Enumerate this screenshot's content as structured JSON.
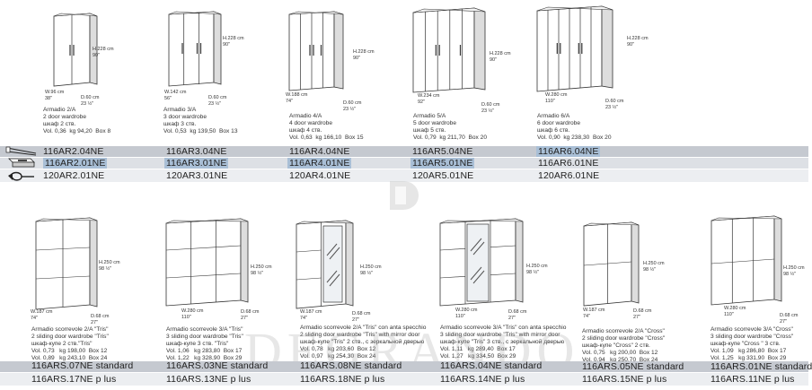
{
  "top_products": [
    {
      "dims": {
        "h": "H.228 cm\n90\"",
        "w": "W.96 cm\n38\"",
        "d": "D.60 cm\n23 ½\""
      },
      "caption": "Armadio 2/A\n2 door wardrobe\nшкаф 2 ств.\nVol. 0,36  kg 94,20  Box 8",
      "codes": [
        "116AR2.04NE",
        "116AR2.01NE",
        "120AR2.01NE"
      ]
    },
    {
      "dims": {
        "h": "H.228 cm\n90\"",
        "w": "W.142 cm\n56\"",
        "d": "D.60 cm\n23 ½\""
      },
      "caption": "Armadio 3/A\n3 door wardrobe\nшкаф 3 ств.\nVol. 0,53  kg 139,50  Box 13",
      "codes": [
        "116AR3.04NE",
        "116AR3.01NE",
        "120AR3.01NE"
      ]
    },
    {
      "dims": {
        "h": "H.228 cm\n90\"",
        "w": "W.188 cm\n74\"",
        "d": "D.60 cm\n23 ½\""
      },
      "caption": "Armadio 4/A\n4 door wardrobe\nшкаф 4 ств.\nVol. 0,63  kg 166,10  Box 15",
      "codes": [
        "116AR4.04NE",
        "116AR4.01NE",
        "120AR4.01NE"
      ]
    },
    {
      "dims": {
        "h": "H.228 cm\n90\"",
        "w": "W.234 cm\n92\"",
        "d": "D.60 cm\n23 ½\""
      },
      "caption": "Armadio 5/A\n5 door wardrobe\nшкаф 5 ств.\nVol. 0,79  kg 211,70  Box 20",
      "codes": [
        "116AR5.04NE",
        "116AR5.01NE",
        "120AR5.01NE"
      ]
    },
    {
      "dims": {
        "h": "H.228 cm\n90\"",
        "w": "W.280 cm\n110\"",
        "d": "D.60 cm\n23 ½\""
      },
      "caption": "Armadio 6/A\n6 door wardrobe\nшкаф 6 ств.\nVol. 0,90  kg 238,30  Box 20",
      "codes": [
        "116AR6.04NE",
        "116AR6.01NE",
        "120AR6.01NE"
      ]
    }
  ],
  "bottom_products": [
    {
      "dims": {
        "h": "H.250 cm\n98 ½\"",
        "w": "W.187 cm\n74\"",
        "d": "D.68 cm\n27\""
      },
      "caption": "Armadio scorrevole 2/A \"Tris\"\n2 sliding door wardrobe \"Tris\"\nшкаф-купе 2 ств.\"Tris\"\nVol. 0,73   kg 198,00  Box 12\nVol. 0,89   kg 243,10  Box 24",
      "codes": [
        "116ARS.07NE standard",
        "116ARS.17NE p lus"
      ]
    },
    {
      "dims": {
        "h": "H.250 cm\n98 ½\"",
        "w": "W.280 cm\n110\"",
        "d": "D.68 cm\n27\""
      },
      "caption": "Armadio scorrevole 3/A \"Tris\"\n3 sliding door wardrobe \"Tris\"\nшкаф-купе 3 ств. \"Tris\"\nVol. 1,06   kg 283,80  Box 17\nVol. 1,22   kg 328,90  Box 29",
      "codes": [
        "116ARS.03NE standard",
        "116ARS.13NE p lus"
      ]
    },
    {
      "dims": {
        "h": "H.250 cm\n98 ½\"",
        "w": "W.187 cm\n74\"",
        "d": "D.68 cm\n27\""
      },
      "caption": "Armadio scorrevole 2/A \"Tris\" con anta specchio\n2 sliding door wardrobe \"Tris\" with mirror door\nшкаф-купе \"Tris\" 2 ств., с зеркальной дверью\nVol. 0,78   kg 203,60  Box 12\nVol. 0,97   kg 254,30  Box 24",
      "codes": [
        "116ARS.08NE standard",
        "116ARS.18NE p lus"
      ]
    },
    {
      "dims": {
        "h": "H.250 cm\n98 ½\"",
        "w": "W.280 cm\n110\"",
        "d": "D.68 cm\n27\""
      },
      "caption": "Armadio scorrevole 3/A \"Tris\" con anta specchio\n3 sliding door wardrobe \"Tris\" with mirror door\nшкаф-купе \"Tris\" 3 ств., с зеркальной дверью\nVol. 1,11   kg 289,40  Box 17\nVol. 1,27   kg 334,50  Box 29",
      "codes": [
        "116ARS.04NE standard",
        "116ARS.14NE p lus"
      ]
    },
    {
      "dims": {
        "h": "H.250 cm\n98 ½\"",
        "w": "W.187 cm\n74\"",
        "d": "D.68 cm\n27\""
      },
      "caption": "Armadio scorrevole 2/A \"Cross\"\n2 sliding door wardrobe \"Cross\"\nшкаф-купе \"Cross\" 2 ств.\nVol. 0,75   kg 200,00  Box 12\nVol. 0,94   kg 250,70  Box 24",
      "codes": [
        "116ARS.05NE standard",
        "116ARS.15NE p lus"
      ]
    },
    {
      "dims": {
        "h": "H.250 cm\n98 ½\"",
        "w": "W.280 cm\n110\"",
        "d": "D.68 cm\n27\""
      },
      "caption": "Armadio scorrevole 3/A \"Cross\"\n3 sliding door wardrobe \"Cross\"\nшкаф-купе \"Cross \" 3 ств.\nVol. 1,09   kg 286,80  Box 17\nVol. 1,25   kg 331,90  Box 29",
      "codes": [
        "116ARS.01NE standard",
        "116ARS.11NE p lus"
      ]
    }
  ],
  "colors": {
    "row_dark": "#c5c9d0",
    "row_mid": "#dde0e5",
    "row_light": "#eceef1",
    "highlight": "#a9bfd6"
  },
  "watermark": "DEGRANDO",
  "icons": [
    "hinged-handle-icon",
    "drawer-icon",
    "push-open-icon"
  ]
}
